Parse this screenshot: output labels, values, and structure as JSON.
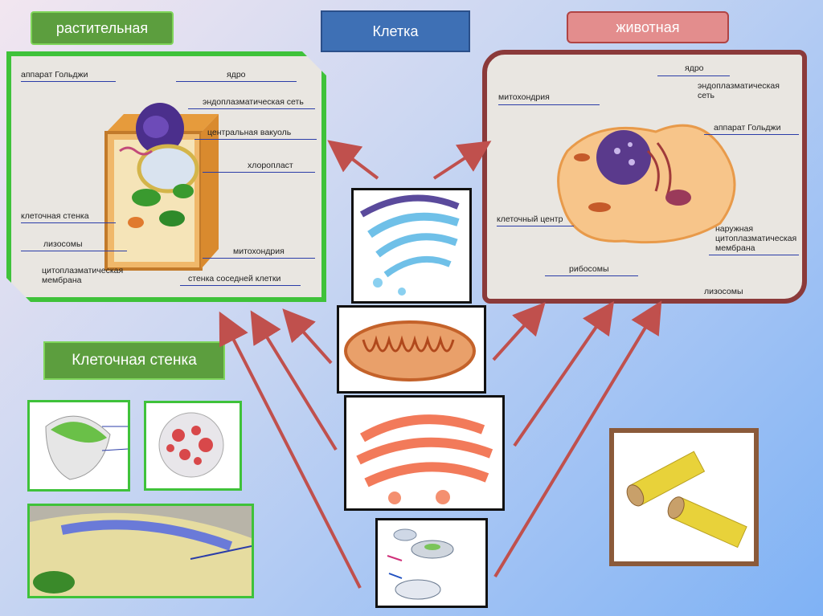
{
  "labels": {
    "plant": "растительная",
    "cell": "Клетка",
    "animal": "животная",
    "cell_wall": "Клеточная стенка"
  },
  "plant_cell": {
    "golgi": "аппарат Гольджи",
    "nucleus": "ядро",
    "er": "эндоплазматическая сеть",
    "vacuole": "центральная вакуоль",
    "chloroplast": "хлоропласт",
    "cell_wall": "клеточная стенка",
    "lysosomes": "лизосомы",
    "mitochondria": "митохондрия",
    "membrane_1": "цитоплазматическая",
    "membrane_2": "мембрана",
    "neighbor_wall": "стенка соседней клетки"
  },
  "animal_cell": {
    "nucleus": "ядро",
    "er_1": "эндоплазматическая",
    "er_2": "сеть",
    "mitochondria": "митохондрия",
    "golgi": "аппарат Гольджи",
    "centrosome": "клеточный центр",
    "outer_1": "наружная",
    "outer_2": "цитоплазматическая",
    "outer_3": "мембрана",
    "ribosomes": "рибосомы",
    "lysosomes": "лизосомы"
  },
  "colors": {
    "green": "#3fc23a",
    "maroon": "#8b3a3a",
    "arrow": "#c0504d",
    "blue": "#3e70b5"
  }
}
